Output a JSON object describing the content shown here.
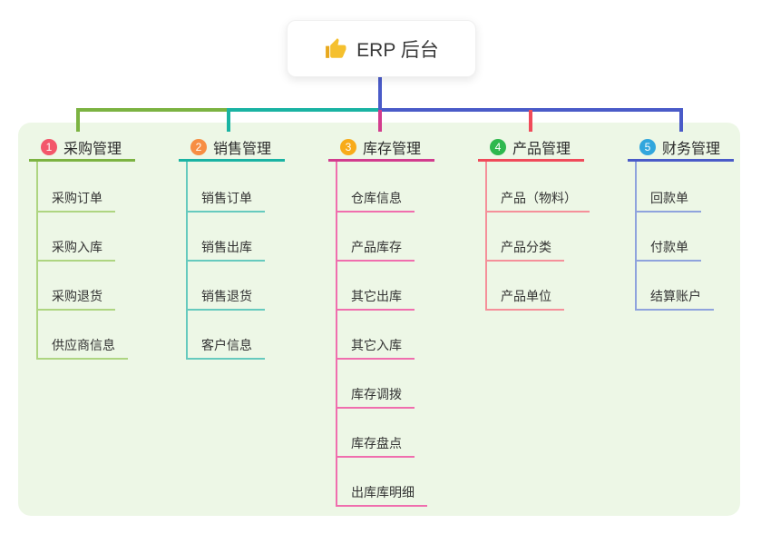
{
  "root": {
    "label": "ERP 后台",
    "icon": "thumbs-up-icon",
    "icon_color": "#f5c02e"
  },
  "colors": {
    "page_background": "#ffffff",
    "panel_background": "#edf7e6",
    "root_connector": "#4a5bc8",
    "text_dark": "#2b2b2b",
    "text_child": "#333333"
  },
  "branches": [
    {
      "num": "1",
      "label": "采购管理",
      "line_color": "#7cb342",
      "child_line_color": "#aed581",
      "badge_color": "#f3566a",
      "children": [
        "采购订单",
        "采购入库",
        "采购退货",
        "供应商信息"
      ]
    },
    {
      "num": "2",
      "label": "销售管理",
      "line_color": "#1ab3a3",
      "child_line_color": "#66cabe",
      "badge_color": "#f78e43",
      "children": [
        "销售订单",
        "销售出库",
        "销售退货",
        "客户信息"
      ]
    },
    {
      "num": "3",
      "label": "库存管理",
      "line_color": "#d23c8e",
      "child_line_color": "#f06eae",
      "badge_color": "#f8ab19",
      "children": [
        "仓库信息",
        "产品库存",
        "其它出库",
        "其它入库",
        "库存调拨",
        "库存盘点",
        "出库库明细"
      ]
    },
    {
      "num": "4",
      "label": "产品管理",
      "line_color": "#f04a5a",
      "child_line_color": "#f5909a",
      "badge_color": "#2eb84e",
      "children": [
        "产品（物料）",
        "产品分类",
        "产品单位"
      ]
    },
    {
      "num": "5",
      "label": "财务管理",
      "line_color": "#4a5bc8",
      "child_line_color": "#8fa3dd",
      "badge_color": "#31a6dd",
      "children": [
        "回款单",
        "付款单",
        "结算账户"
      ]
    }
  ]
}
